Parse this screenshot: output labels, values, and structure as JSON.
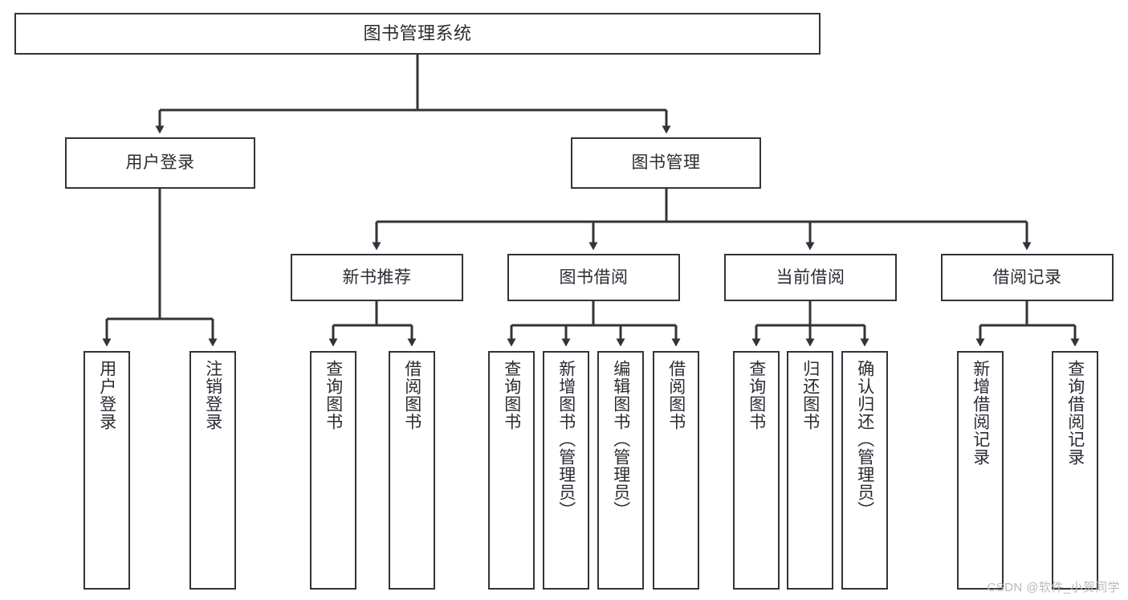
{
  "diagram": {
    "type": "tree",
    "title": "图书管理系统",
    "orientation": "top-down",
    "levels": 4,
    "colors": {
      "box_border": "#33333a",
      "box_fill": "#ffffff",
      "connector": "#33333a",
      "text": "#2b2b33",
      "background": "#ffffff",
      "watermark": "#b9b9bd"
    },
    "root": {
      "label": "图书管理系统"
    },
    "level2": [
      {
        "label": "用户登录"
      },
      {
        "label": "图书管理"
      }
    ],
    "level3": [
      {
        "label": "新书推荐"
      },
      {
        "label": "图书借阅"
      },
      {
        "label": "当前借阅"
      },
      {
        "label": "借阅记录"
      }
    ],
    "leaves_user_login": [
      {
        "label": "用户登录"
      },
      {
        "label": "注销登录"
      }
    ],
    "leaves_new_books": [
      {
        "label": "查询图书"
      },
      {
        "label": "借阅图书"
      }
    ],
    "leaves_borrow": [
      {
        "label": "查询图书"
      },
      {
        "label": "新增图书（管理员）"
      },
      {
        "label": "编辑图书（管理员）"
      },
      {
        "label": "借阅图书"
      }
    ],
    "leaves_current": [
      {
        "label": "查询图书"
      },
      {
        "label": "归还图书"
      },
      {
        "label": "确认归还（管理员）"
      }
    ],
    "leaves_records": [
      {
        "label": "新增借阅记录"
      },
      {
        "label": "查询借阅记录"
      }
    ],
    "edges": [
      {
        "from": "图书管理系统",
        "to": "用户登录"
      },
      {
        "from": "图书管理系统",
        "to": "图书管理"
      },
      {
        "from": "用户登录",
        "to": "用户登录"
      },
      {
        "from": "用户登录",
        "to": "注销登录"
      },
      {
        "from": "图书管理",
        "to": "新书推荐"
      },
      {
        "from": "图书管理",
        "to": "图书借阅"
      },
      {
        "from": "图书管理",
        "to": "当前借阅"
      },
      {
        "from": "图书管理",
        "to": "借阅记录"
      },
      {
        "from": "新书推荐",
        "to": "查询图书"
      },
      {
        "from": "新书推荐",
        "to": "借阅图书"
      },
      {
        "from": "图书借阅",
        "to": "查询图书"
      },
      {
        "from": "图书借阅",
        "to": "新增图书（管理员）"
      },
      {
        "from": "图书借阅",
        "to": "编辑图书（管理员）"
      },
      {
        "from": "图书借阅",
        "to": "借阅图书"
      },
      {
        "from": "当前借阅",
        "to": "查询图书"
      },
      {
        "from": "当前借阅",
        "to": "归还图书"
      },
      {
        "from": "当前借阅",
        "to": "确认归还（管理员）"
      },
      {
        "from": "借阅记录",
        "to": "新增借阅记录"
      },
      {
        "from": "借阅记录",
        "to": "查询借阅记录"
      }
    ]
  },
  "watermark": {
    "text": "CSDN @软件_小贺同学"
  }
}
